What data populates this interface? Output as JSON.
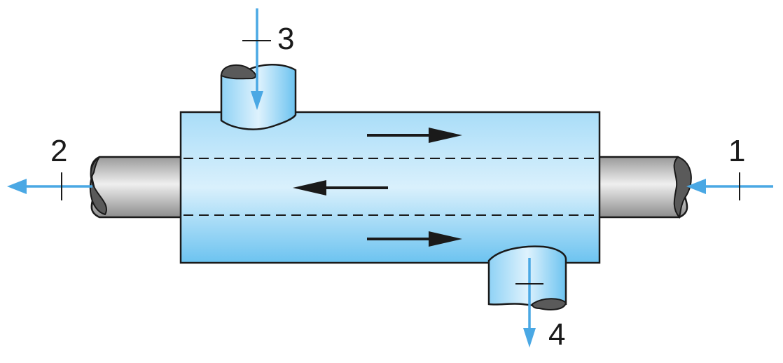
{
  "labels": {
    "station_1": "1",
    "station_2": "2",
    "station_3": "3",
    "station_4": "4"
  },
  "colors": {
    "shell_light": "#d6eefb",
    "shell_dark": "#5fbdf0",
    "tube_light": "#e6e6e6",
    "tube_dark": "#8f8f8f",
    "flow_arrow": "#4aa8e4",
    "internal_arrow": "#1a1a1a",
    "outline": "#1a1a1a"
  },
  "icons": {
    "inner_flow": [
      "arrow-right-icon",
      "arrow-left-icon",
      "arrow-right-icon"
    ],
    "external_flow": [
      "arrow-down-icon",
      "arrow-left-icon",
      "arrow-left-icon",
      "arrow-down-icon"
    ]
  }
}
